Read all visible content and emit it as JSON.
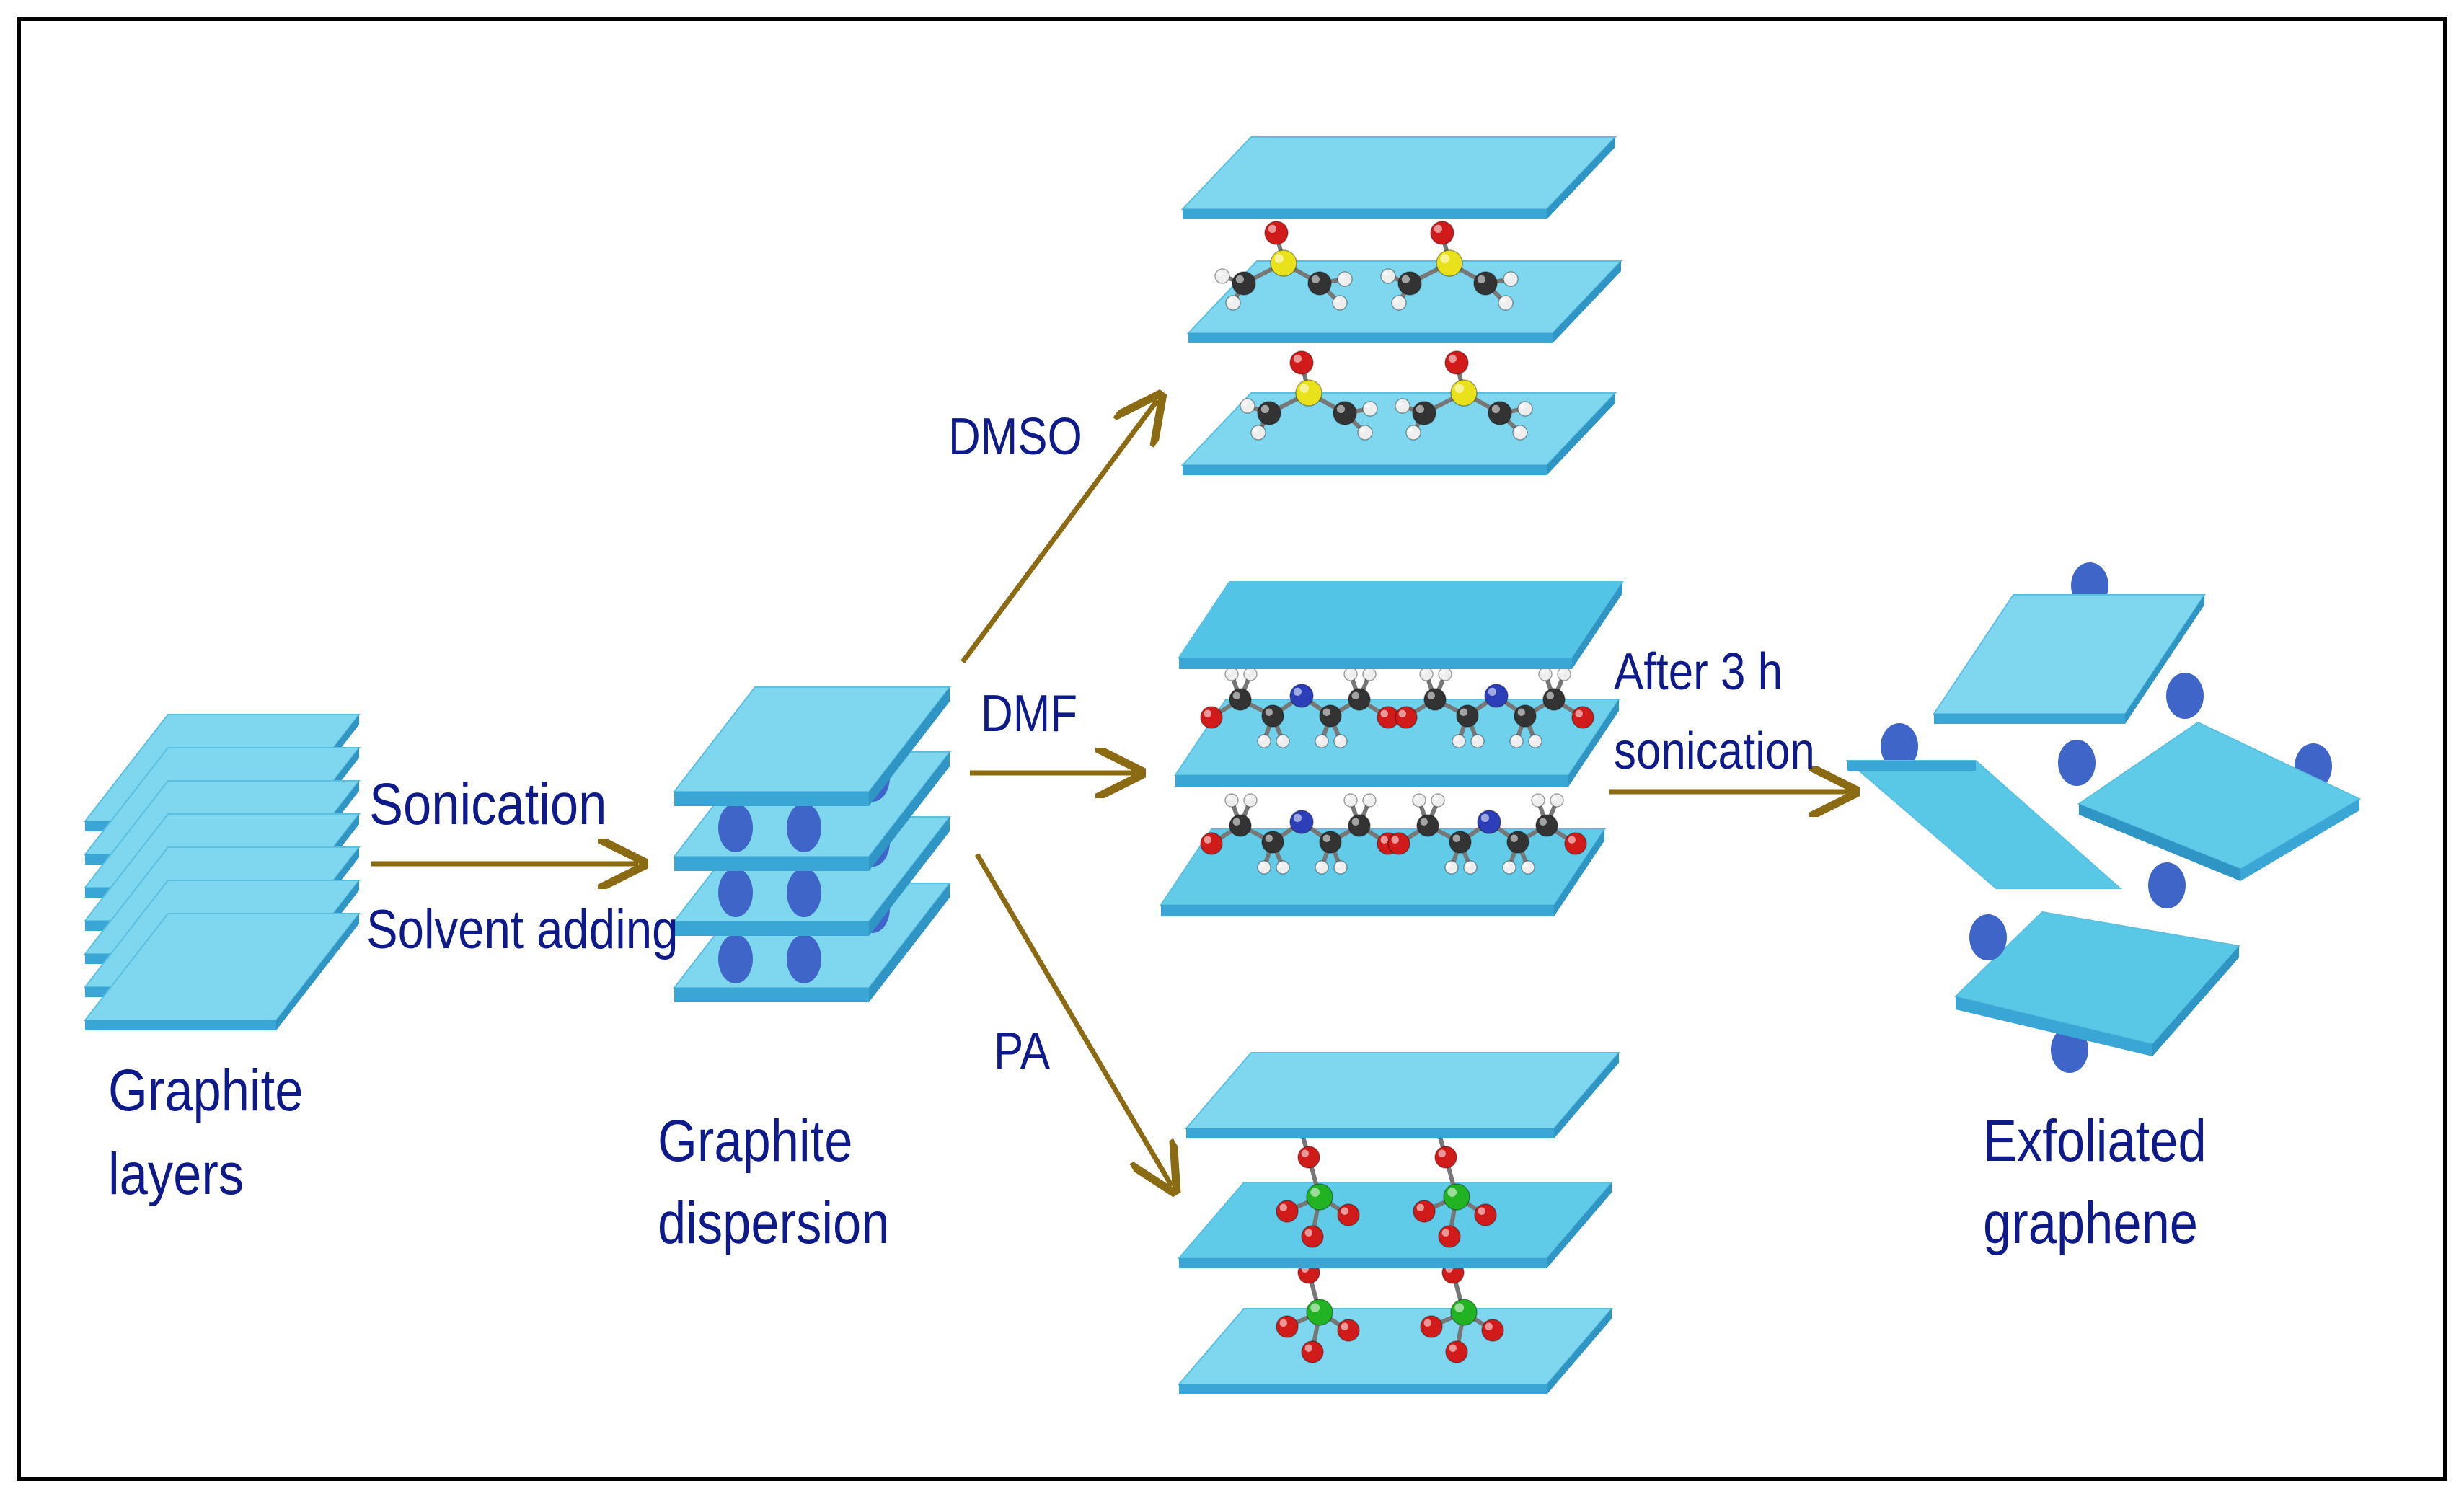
{
  "labels": {
    "graphite_layers": [
      "Graphite",
      "layers"
    ],
    "sonication": "Sonication",
    "solvent_adding": "Solvent adding",
    "graphite_dispersion": [
      "Graphite",
      "dispersion"
    ],
    "dmso": "DMSO",
    "dmf": "DMF",
    "pa": "PA",
    "after_sonication": [
      "After 3 h",
      "sonication"
    ],
    "exfoliated_graphene": [
      "Exfoliated",
      "graphene"
    ]
  },
  "colors": {
    "sheet_top": "#7fd6ef",
    "sheet_side": "#3aa6d6",
    "intercalant": "#3f65c8",
    "arrow": "#8b6a14",
    "text": "#0f1a8a",
    "frame": "#000000"
  },
  "molecules": {
    "dmso": "dimethyl-sulfoxide-ball-and-stick",
    "dmf": "dimethylformamide-ball-and-stick",
    "pa": "phosphoric-acid-ball-and-stick"
  }
}
